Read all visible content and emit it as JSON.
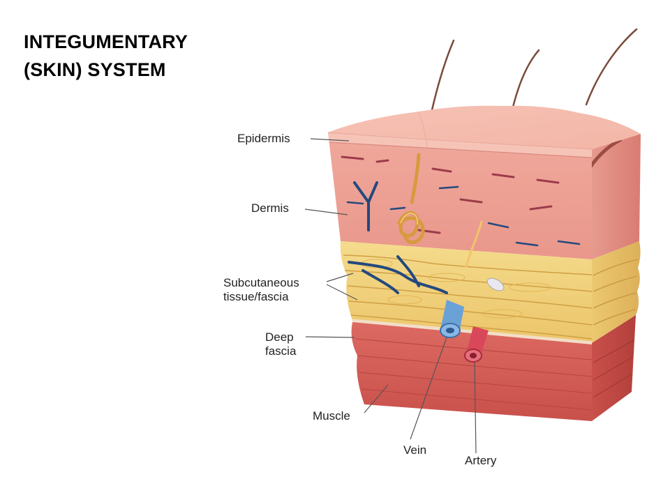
{
  "title": {
    "line1": "INTEGUMENTARY",
    "line2": "(SKIN) SYSTEM"
  },
  "labels": {
    "epidermis": "Epidermis",
    "dermis": "Dermis",
    "subcutaneous_1": "Subcutaneous",
    "subcutaneous_2": "tissue/fascia",
    "deep_fascia_1": "Deep",
    "deep_fascia_2": "fascia",
    "muscle": "Muscle",
    "vein": "Vein",
    "artery": "Artery"
  },
  "colors": {
    "skin": "#f2b3a8",
    "skin_top": "#f7c9bc",
    "fat": "#f1d27a",
    "fat_line": "#d9aa3c",
    "muscle": "#d9605a",
    "muscle_dark": "#b8443f",
    "vein": "#6aa2d8",
    "artery": "#d8475a",
    "nerve": "#23497e"
  }
}
